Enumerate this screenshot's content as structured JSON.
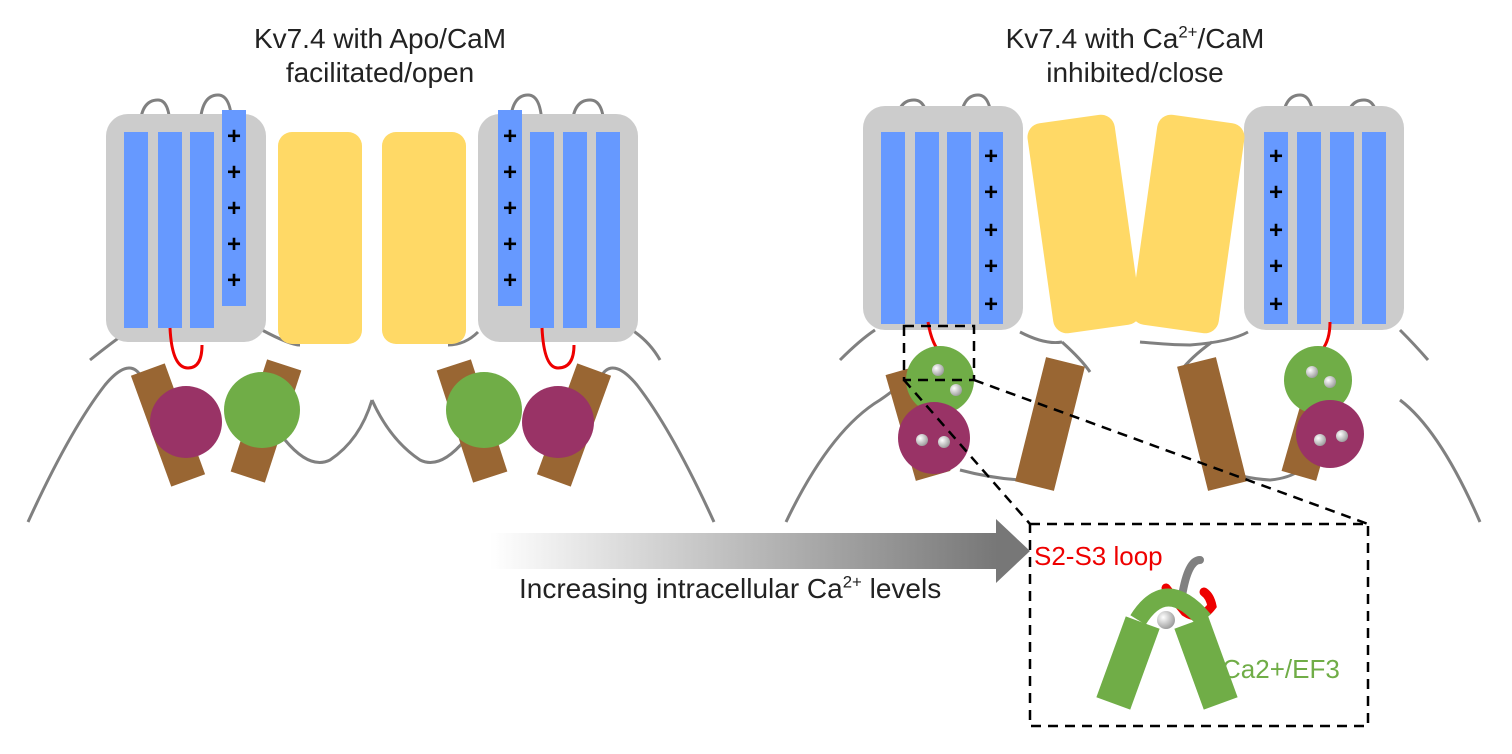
{
  "panels": {
    "left": {
      "title_line1": "Kv7.4 with Apo/CaM",
      "title_line2": "facilitated/open"
    },
    "right": {
      "title_line1_prefix": "Kv7.4 with Ca",
      "title_line1_sup": "2+",
      "title_line1_suffix": "/CaM",
      "title_line2": "inhibited/close"
    }
  },
  "arrow": {
    "label_prefix": "Increasing intracellular Ca",
    "label_sup": "2+",
    "label_suffix": " levels"
  },
  "inset": {
    "loop_label": "S2-S3 loop",
    "ef_label": "Ca2+/EF3"
  },
  "voltage_sensor_charge": "+",
  "colors": {
    "membrane_box": "#cccccc",
    "helix_blue": "#6699ff",
    "pore_yellow": "#ffd966",
    "lobe_green": "#70ad47",
    "lobe_purple": "#993366",
    "helix_brown": "#996633",
    "loop_red": "#ee0000",
    "linker_gray": "#808080"
  }
}
